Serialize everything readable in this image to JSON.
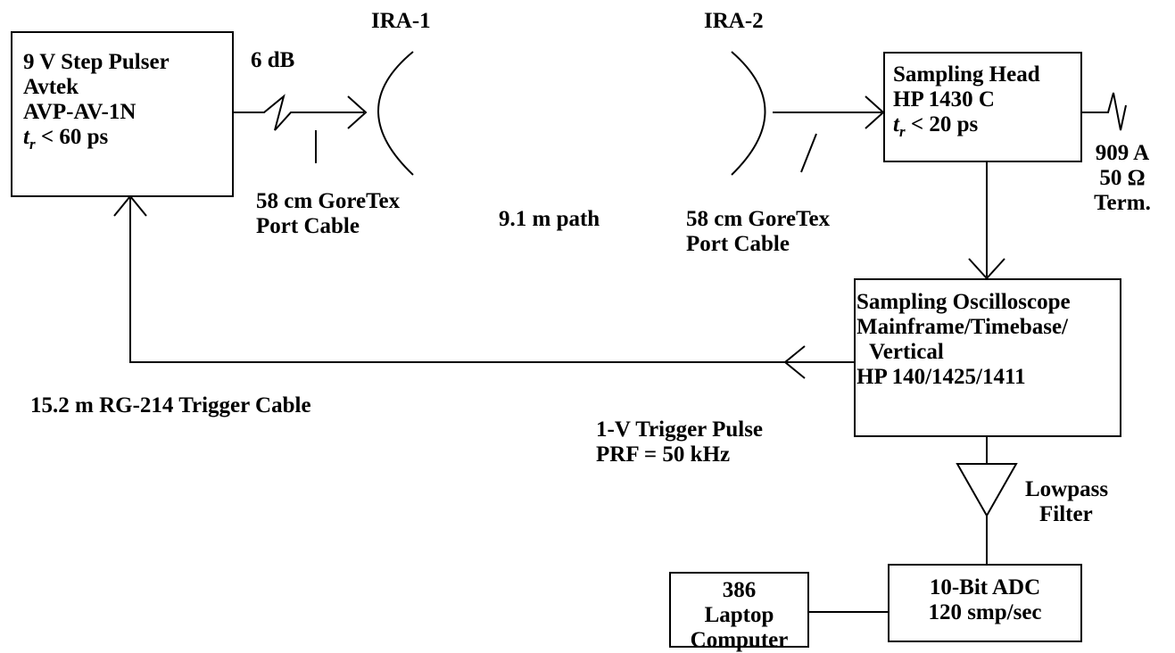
{
  "blocks": {
    "pulser": [
      "9 V Step Pulser",
      "Avtek",
      "AVP-AV-1N",
      "< 60 ps"
    ],
    "sampling_head": [
      "Sampling Head",
      "HP 1430 C",
      "< 20 ps"
    ],
    "oscilloscope": [
      "Sampling Oscilloscope",
      "Mainframe/Timebase/",
      "Vertical",
      "HP 140/1425/1411"
    ],
    "adc": [
      "10-Bit ADC",
      "120 smp/sec"
    ],
    "laptop": [
      "386",
      "Laptop",
      "Computer"
    ]
  },
  "rise_time_symbol": "t",
  "rise_time_subscript": "r",
  "antennas": {
    "ira1": "IRA-1",
    "ira2": "IRA-2"
  },
  "labels": {
    "attenuator": "6 dB",
    "cable1": [
      "58 cm GoreTex",
      "Port Cable"
    ],
    "path": "9.1 m path",
    "cable2": [
      "58 cm GoreTex",
      "Port Cable"
    ],
    "termination": [
      "909 A",
      "50 Ω",
      "Term."
    ],
    "trigger_cable": "15.2 m RG-214 Trigger Cable",
    "trigger_pulse": [
      "1-V Trigger Pulse",
      "PRF = 50 kHz"
    ],
    "filter": [
      "Lowpass",
      "Filter"
    ]
  }
}
